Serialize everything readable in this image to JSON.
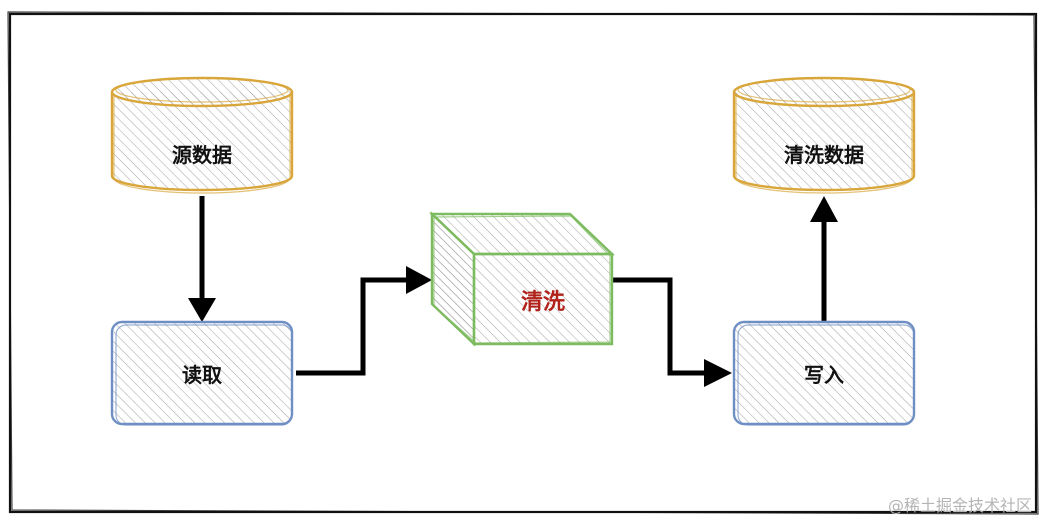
{
  "nodes": {
    "source": {
      "label": "源数据",
      "shape": "cylinder",
      "stroke": "#d9a63b"
    },
    "read": {
      "label": "读取",
      "shape": "rounded-rect",
      "stroke": "#6f8fc4"
    },
    "clean": {
      "label": "清洗",
      "shape": "cube",
      "stroke": "#7dbb60",
      "label_color": "#b0221a"
    },
    "write": {
      "label": "写入",
      "shape": "rounded-rect",
      "stroke": "#6f8fc4"
    },
    "target": {
      "label": "清洗数据",
      "shape": "cylinder",
      "stroke": "#d9a63b"
    }
  },
  "edges": [
    {
      "from": "源数据",
      "to": "读取"
    },
    {
      "from": "读取",
      "to": "清洗"
    },
    {
      "from": "清洗",
      "to": "写入"
    },
    {
      "from": "写入",
      "to": "清洗数据"
    }
  ],
  "watermark": "@稀土掘金技术社区",
  "colors": {
    "frame": "#111111",
    "arrow": "#000000",
    "hatch": "#9a9a9a"
  }
}
